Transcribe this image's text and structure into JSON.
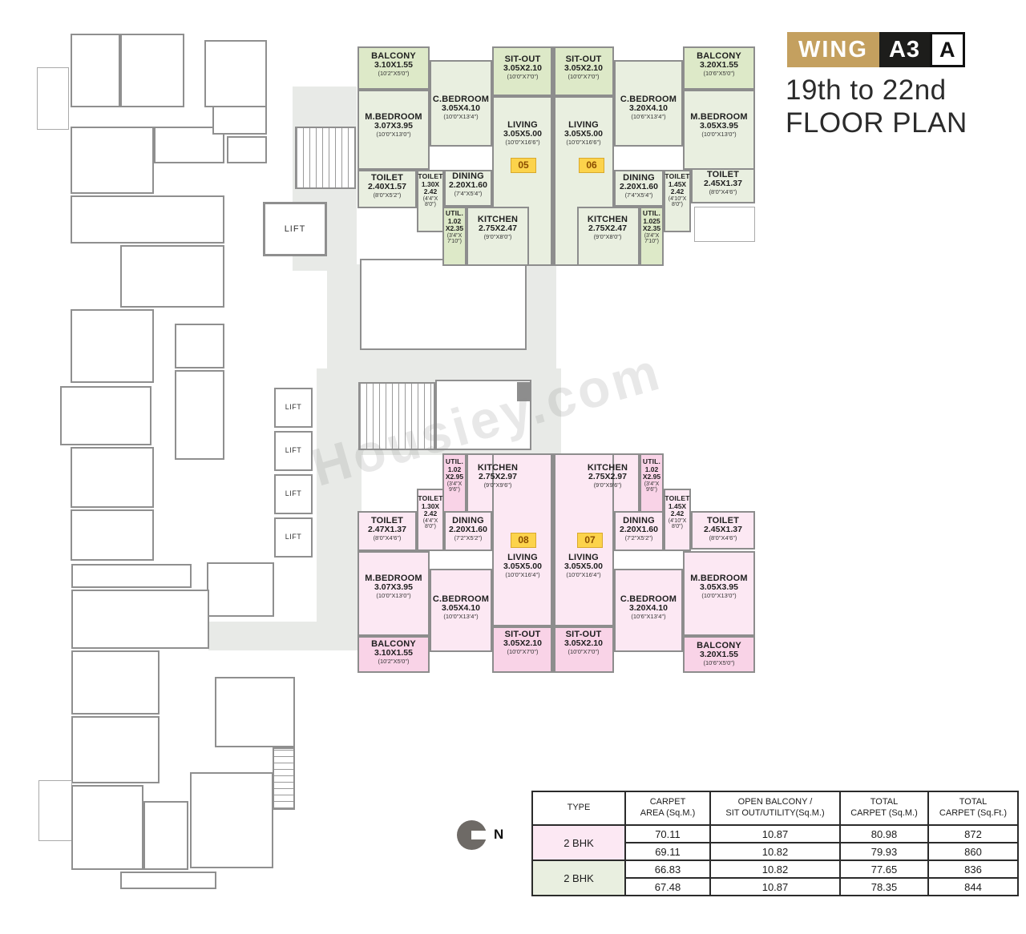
{
  "header": {
    "wing_label": "WING",
    "wing_code": "A3",
    "wing_letter": "A",
    "title_line1": "19th to 22nd",
    "title_line2": "FLOOR PLAN"
  },
  "watermark": "Housiey.com",
  "north_label": "N",
  "lift_label": "LIFT",
  "units": {
    "u05": {
      "number": "05",
      "balcony": {
        "name": "BALCONY",
        "m": "3.10X1.55",
        "ft": "(10'2\"X5'0\")"
      },
      "mbedroom": {
        "name": "M.BEDROOM",
        "m": "3.07X3.95",
        "ft": "(10'0\"X13'0\")"
      },
      "cbedroom": {
        "name": "C.BEDROOM",
        "m": "3.05X4.10",
        "ft": "(10'0\"X13'4\")"
      },
      "sitout": {
        "name": "SIT-OUT",
        "m": "3.05X2.10",
        "ft": "(10'0\"X7'0\")"
      },
      "living": {
        "name": "LIVING",
        "m": "3.05X5.00",
        "ft": "(10'0\"X16'6\")"
      },
      "toilet1": {
        "name": "TOILET",
        "m": "2.40X1.57",
        "ft": "(8'0\"X5'2\")"
      },
      "toilet2": {
        "name": "TOILET",
        "m": "1.30X 2.42",
        "ft": "(4'4\"X 8'0\")"
      },
      "dining": {
        "name": "DINING",
        "m": "2.20X1.60",
        "ft": "(7'4\"X5'4\")"
      },
      "util": {
        "name": "UTIL.",
        "m": "1.02 X2.35",
        "ft": "(3'4\"X 7'10\")"
      },
      "kitchen": {
        "name": "KITCHEN",
        "m": "2.75X2.47",
        "ft": "(9'0\"X8'0\")"
      }
    },
    "u06": {
      "number": "06",
      "balcony": {
        "name": "BALCONY",
        "m": "3.20X1.55",
        "ft": "(10'6\"X5'0\")"
      },
      "mbedroom": {
        "name": "M.BEDROOM",
        "m": "3.05X3.95",
        "ft": "(10'0\"X13'0\")"
      },
      "cbedroom": {
        "name": "C.BEDROOM",
        "m": "3.20X4.10",
        "ft": "(10'6\"X13'4\")"
      },
      "sitout": {
        "name": "SIT-OUT",
        "m": "3.05X2.10",
        "ft": "(10'0\"X7'0\")"
      },
      "living": {
        "name": "LIVING",
        "m": "3.05X5.00",
        "ft": "(10'0\"X16'6\")"
      },
      "toilet1": {
        "name": "TOILET",
        "m": "2.45X1.37",
        "ft": "(8'0\"X4'6\")"
      },
      "toilet2": {
        "name": "TOILET",
        "m": "1.45X 2.42",
        "ft": "(4'10\"X 8'0\")"
      },
      "dining": {
        "name": "DINING",
        "m": "2.20X1.60",
        "ft": "(7'4\"X5'4\")"
      },
      "util": {
        "name": "UTIL.",
        "m": "1.025 X2.35",
        "ft": "(3'4\"X 7'10\")"
      },
      "kitchen": {
        "name": "KITCHEN",
        "m": "2.75X2.47",
        "ft": "(9'0\"X8'0\")"
      }
    },
    "u07": {
      "number": "07",
      "balcony": {
        "name": "BALCONY",
        "m": "3.20X1.55",
        "ft": "(10'6\"X5'0\")"
      },
      "mbedroom": {
        "name": "M.BEDROOM",
        "m": "3.05X3.95",
        "ft": "(10'0\"X13'0\")"
      },
      "cbedroom": {
        "name": "C.BEDROOM",
        "m": "3.20X4.10",
        "ft": "(10'6\"X13'4\")"
      },
      "sitout": {
        "name": "SIT-OUT",
        "m": "3.05X2.10",
        "ft": "(10'0\"X7'0\")"
      },
      "living": {
        "name": "LIVING",
        "m": "3.05X5.00",
        "ft": "(10'0\"X16'4\")"
      },
      "toilet1": {
        "name": "TOILET",
        "m": "2.45X1.37",
        "ft": "(8'0\"X4'6\")"
      },
      "toilet2": {
        "name": "TOILET",
        "m": "1.45X 2.42",
        "ft": "(4'10\"X 8'0\")"
      },
      "dining": {
        "name": "DINING",
        "m": "2.20X1.60",
        "ft": "(7'2\"X5'2\")"
      },
      "util": {
        "name": "UTIL.",
        "m": "1.02 X2.95",
        "ft": "(3'4\"X 9'6\")"
      },
      "kitchen": {
        "name": "KITCHEN",
        "m": "2.75X2.97",
        "ft": "(9'0\"X9'6\")"
      }
    },
    "u08": {
      "number": "08",
      "balcony": {
        "name": "BALCONY",
        "m": "3.10X1.55",
        "ft": "(10'2\"X5'0\")"
      },
      "mbedroom": {
        "name": "M.BEDROOM",
        "m": "3.07X3.95",
        "ft": "(10'0\"X13'0\")"
      },
      "cbedroom": {
        "name": "C.BEDROOM",
        "m": "3.05X4.10",
        "ft": "(10'0\"X13'4\")"
      },
      "sitout": {
        "name": "SIT-OUT",
        "m": "3.05X2.10",
        "ft": "(10'0\"X7'0\")"
      },
      "living": {
        "name": "LIVING",
        "m": "3.05X5.00",
        "ft": "(10'0\"X16'4\")"
      },
      "toilet1": {
        "name": "TOILET",
        "m": "2.47X1.37",
        "ft": "(8'0\"X4'6\")"
      },
      "toilet2": {
        "name": "TOILET",
        "m": "1.30X 2.42",
        "ft": "(4'4\"X 8'0\")"
      },
      "dining": {
        "name": "DINING",
        "m": "2.20X1.60",
        "ft": "(7'2\"X5'2\")"
      },
      "util": {
        "name": "UTIL.",
        "m": "1.02 X2.95",
        "ft": "(3'4\"X 9'6\")"
      },
      "kitchen": {
        "name": "KITCHEN",
        "m": "2.75X2.97",
        "ft": "(9'0\"X9'6\")"
      }
    }
  },
  "table": {
    "headers": [
      {
        "l1": "TYPE",
        "l2": ""
      },
      {
        "l1": "CARPET",
        "l2": "AREA (Sq.M.)"
      },
      {
        "l1": "OPEN BALCONY /",
        "l2": "SIT OUT/UTILITY(Sq.M.)"
      },
      {
        "l1": "TOTAL",
        "l2": "CARPET (Sq.M.)"
      },
      {
        "l1": "TOTAL",
        "l2": "CARPET (Sq.Ft.)"
      }
    ],
    "groups": [
      {
        "type": "2 BHK",
        "rows": [
          [
            "70.11",
            "10.87",
            "80.98",
            "872"
          ],
          [
            "69.11",
            "10.82",
            "79.93",
            "860"
          ]
        ]
      },
      {
        "type": "2 BHK",
        "rows": [
          [
            "66.83",
            "10.82",
            "77.65",
            "836"
          ],
          [
            "67.48",
            "10.87",
            "78.35",
            "844"
          ]
        ]
      }
    ]
  }
}
